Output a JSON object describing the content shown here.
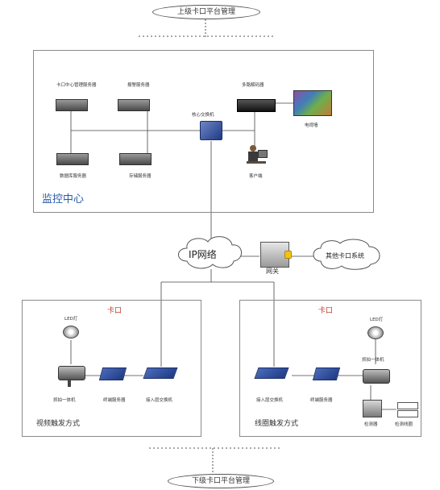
{
  "top_label": "上级卡口平台管理",
  "bottom_label": "下级卡口平台管理",
  "monitor": {
    "title": "监控中心",
    "servers": {
      "kakou_mgmt": "卡口中心管理服务器",
      "alarm": "报警服务器",
      "database": "数据库服务器",
      "storage": "存储服务器"
    },
    "core_switch": "核心交换机",
    "decoder": "多路解码器",
    "videowall": "电视墙",
    "client": "客户端"
  },
  "network": {
    "ip": "IP网络",
    "gateway": "网关",
    "other": "其他卡口系统"
  },
  "left_site": {
    "title": "卡口",
    "mode": "视频触发方式",
    "led": "LED灯",
    "camera": "抓拍一体机",
    "terminal": "终端服务器",
    "access_switch": "接入层交换机"
  },
  "right_site": {
    "title": "卡口",
    "mode": "线圈触发方式",
    "led": "LED灯",
    "camera": "抓拍一体机",
    "terminal": "终端服务器",
    "access_switch": "接入层交换机",
    "detector": "检测器",
    "coil": "检测线圈"
  },
  "colors": {
    "title_blue": "#2b5aa7",
    "kakou_red": "#c0392b",
    "switch_blue": "#2d4f9e",
    "cloud_stroke": "#555555"
  }
}
